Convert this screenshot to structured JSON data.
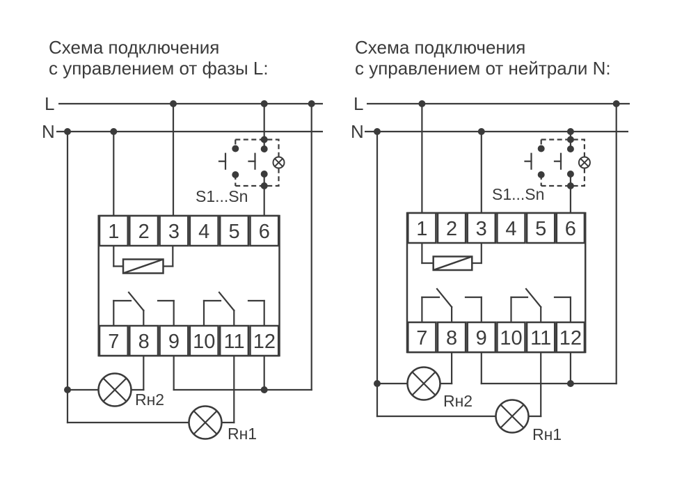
{
  "canvas": {
    "background": "#ffffff",
    "ink": "#3b3b3b"
  },
  "diagrams": [
    {
      "id": "phase-control",
      "title_line1": "Схема подключения",
      "title_line2": "с управлением от фазы L:",
      "bus": {
        "phase": "L",
        "neutral": "N"
      },
      "switch_group_label": "S1...Sn",
      "terminals_top": [
        "1",
        "2",
        "3",
        "4",
        "5",
        "6"
      ],
      "terminals_bottom": [
        "7",
        "8",
        "9",
        "10",
        "11",
        "12"
      ],
      "loads": {
        "load1": "Rн1",
        "load2": "Rн2"
      }
    },
    {
      "id": "neutral-control",
      "title_line1": "Схема подключения",
      "title_line2": "с управлением от нейтрали N:",
      "bus": {
        "phase": "L",
        "neutral": "N"
      },
      "switch_group_label": "S1...Sn",
      "terminals_top": [
        "1",
        "2",
        "3",
        "4",
        "5",
        "6"
      ],
      "terminals_bottom": [
        "7",
        "8",
        "9",
        "10",
        "11",
        "12"
      ],
      "loads": {
        "load1": "Rн1",
        "load2": "Rн2"
      }
    }
  ]
}
